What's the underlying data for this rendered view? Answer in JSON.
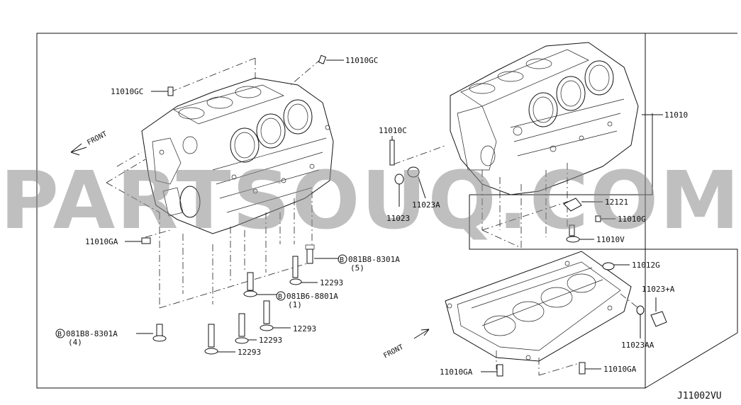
{
  "watermark": "PARTSOUQ.COM",
  "diagram_code": "J11002VU",
  "front_label": "FRONT",
  "parts": {
    "p11010GC_top": "11010GC",
    "p11010GC_left": "11010GC",
    "p11010": "11010",
    "p11010C": "11010C",
    "p11023": "11023",
    "p11023A": "11023A",
    "p12121": "12121",
    "p11010G": "11010G",
    "p11010V": "11010V",
    "p11010GA_left": "11010GA",
    "p081B8_a": "081B8-8301A",
    "p081B8_a_qty": "(5)",
    "p12293_a": "12293",
    "p081B6": "081B6-8801A",
    "p081B6_qty": "(1)",
    "p12293_b": "12293",
    "p12293_c": "12293",
    "p081B8_b": "081B8-8301A",
    "p081B8_b_qty": "(4)",
    "p12293_d": "12293",
    "p11012G": "11012G",
    "p11023plusA": "11023+A",
    "p11023AA": "11023AA",
    "p11010GA_bl": "11010GA",
    "p11010GA_br": "11010GA"
  },
  "bolt_symbol": "B"
}
